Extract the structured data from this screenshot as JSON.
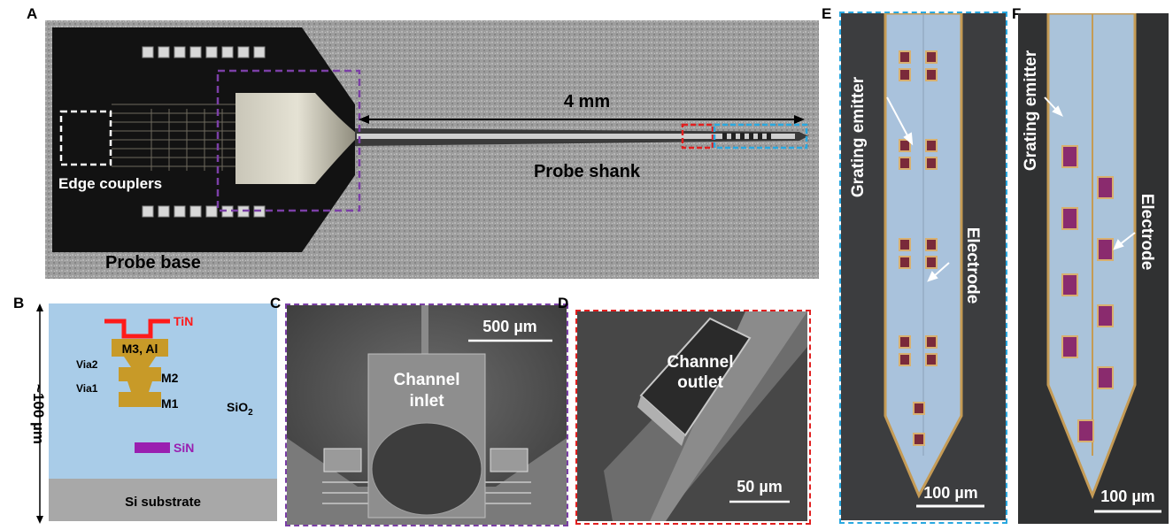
{
  "panels": {
    "A": {
      "label": "A",
      "texts": {
        "length": "4 mm",
        "shank": "Probe shank",
        "couplers": "Edge couplers",
        "base": "Probe base"
      }
    },
    "B": {
      "label": "B",
      "texts": {
        "thickness": "~100 µm",
        "tin": "TiN",
        "m3": "M3, Al",
        "via2": "Via2",
        "m2": "M2",
        "via1": "Via1",
        "m1": "M1",
        "sio2": "SiO",
        "sio2_sub": "2",
        "sin": "SiN",
        "substrate": "Si substrate"
      },
      "colors": {
        "oxide": "#a9cce8",
        "substrate": "#a8a8a8",
        "metal": "#c89a28",
        "tin": "#ff1a1a",
        "sin": "#9a1fb0"
      }
    },
    "C": {
      "label": "C",
      "texts": {
        "scale": "500 µm",
        "caption_l1": "Channel",
        "caption_l2": "inlet"
      }
    },
    "D": {
      "label": "D",
      "texts": {
        "caption_l1": "Channel",
        "caption_l2": "outlet",
        "scale": "50 µm"
      }
    },
    "E": {
      "label": "E",
      "texts": {
        "grating": "Grating emitter",
        "electrode": "Electrode",
        "scale": "100 µm"
      }
    },
    "F": {
      "label": "F",
      "texts": {
        "grating": "Grating emitter",
        "electrode": "Electrode",
        "scale": "100 µm"
      }
    }
  },
  "colors": {
    "purple_box": "#7b3fa6",
    "red_box": "#e11f1f",
    "blue_box": "#29a8e0",
    "white_box": "#ffffff"
  }
}
